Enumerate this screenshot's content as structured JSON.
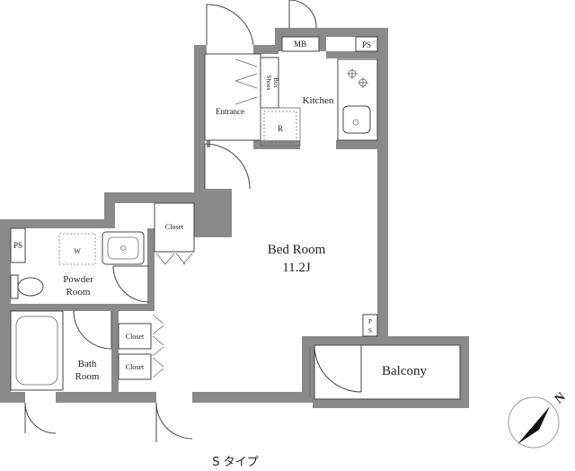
{
  "plan": {
    "rooms": {
      "bedroom_name": "Bed Room",
      "bedroom_size": "11.2J",
      "balcony": "Balcony",
      "kitchen": "Kitchen",
      "entrance": "Entrance",
      "powder_line1": "Powder",
      "powder_line2": "Room",
      "bath_line1": "Bath",
      "bath_line2": "Room"
    },
    "fixtures": {
      "mb": "MB",
      "ps": "PS",
      "shoes_line1": "Shoes",
      "shoes_line2": "Box",
      "refrigerator": "R",
      "washer": "W",
      "closet": "Closet"
    },
    "compass_label": "N",
    "caption": "S タイプ"
  }
}
